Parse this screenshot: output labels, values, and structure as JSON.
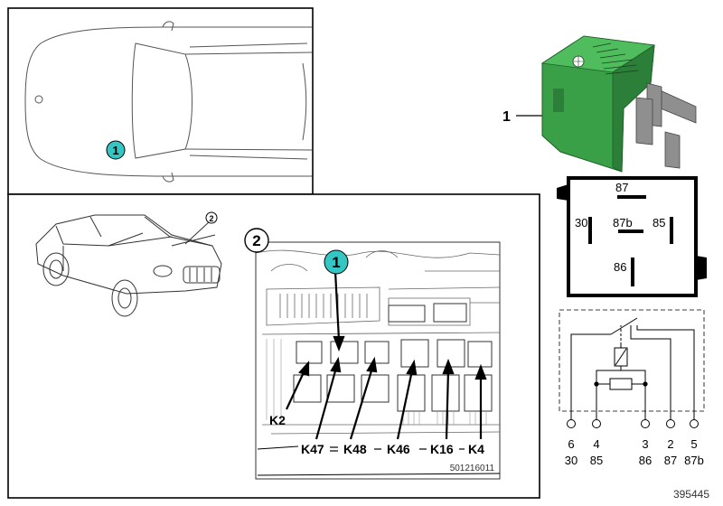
{
  "diagram": {
    "part_number_label": "1",
    "car_top_callout": "1",
    "car_side_callout": "2",
    "fusebox_callout": "2",
    "fusebox_relay_callout": "1",
    "fusebox_ref_code": "501216011",
    "fusebox_slot_labels": [
      "K2",
      "K47",
      "K48",
      "K46",
      "K16",
      "K4"
    ],
    "relay_pin_labels": {
      "p87": "87",
      "p30": "30",
      "p87b": "87b",
      "p85": "85",
      "p86": "86"
    },
    "schematic_pins": [
      {
        "num": "6",
        "term": "30"
      },
      {
        "num": "4",
        "term": "85"
      },
      {
        "num": "3",
        "term": "86"
      },
      {
        "num": "2",
        "term": "87"
      },
      {
        "num": "5",
        "term": "87b"
      }
    ],
    "diagram_id": "395445",
    "colors": {
      "relay_green": "#3aa048",
      "callout_teal": "#34c6c3"
    }
  }
}
